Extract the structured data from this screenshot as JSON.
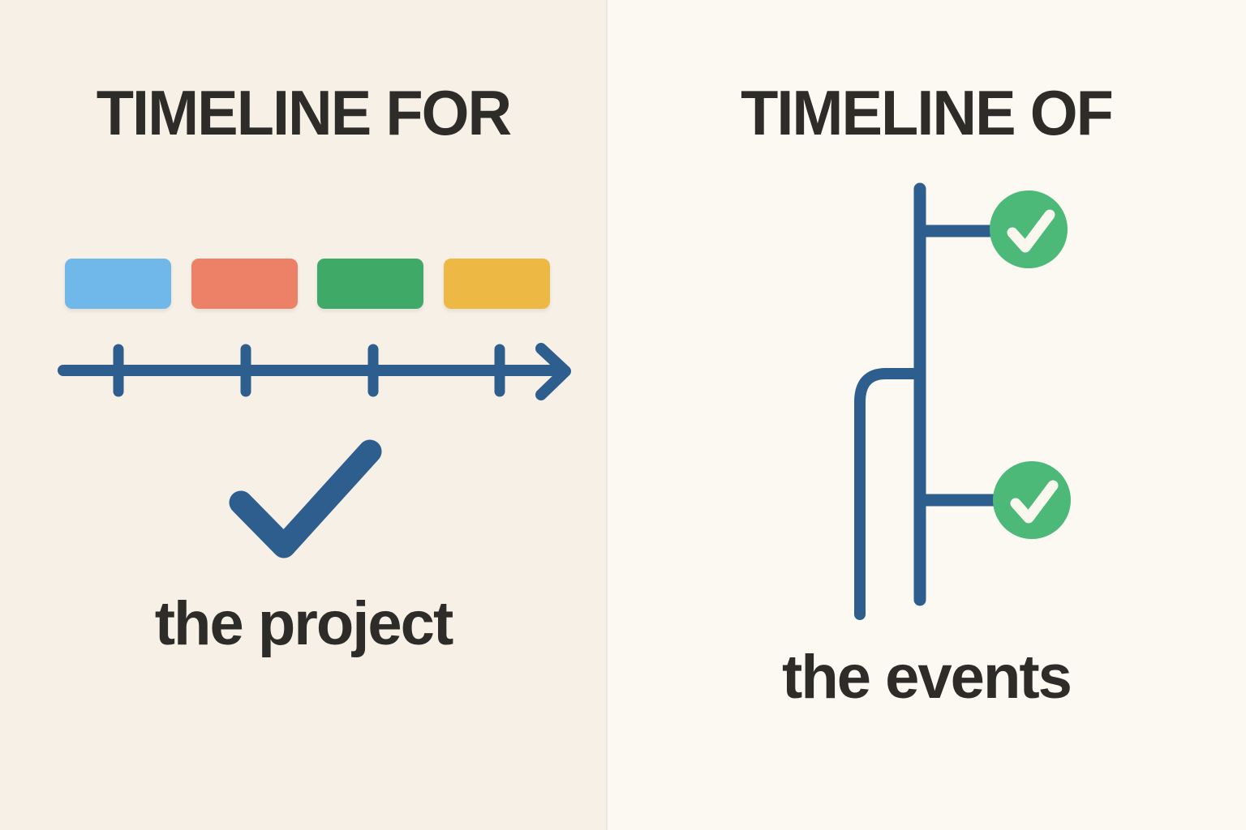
{
  "left_panel": {
    "title": "TIMELINE FOR",
    "label": "the project",
    "background": "#f6f0e7",
    "bars": [
      {
        "name": "gantt-bar-blue",
        "color": "#70b7ea"
      },
      {
        "name": "gantt-bar-salmon",
        "color": "#ed8167"
      },
      {
        "name": "gantt-bar-green",
        "color": "#3fa968"
      },
      {
        "name": "gantt-bar-yellow",
        "color": "#edb844"
      }
    ],
    "icons": [
      "timeline-arrow-icon",
      "checkmark-icon"
    ]
  },
  "right_panel": {
    "title": "TIMELINE OF",
    "label": "the events",
    "background": "#fcf9f2",
    "icons": [
      "events-branch-icon",
      "check-circle-icon",
      "check-circle-icon"
    ]
  },
  "colors": {
    "timeline_blue": "#2e5e8e",
    "circle_green": "#4cb979",
    "check_white": "#faf7ef",
    "text_dark": "#2e2c29"
  }
}
